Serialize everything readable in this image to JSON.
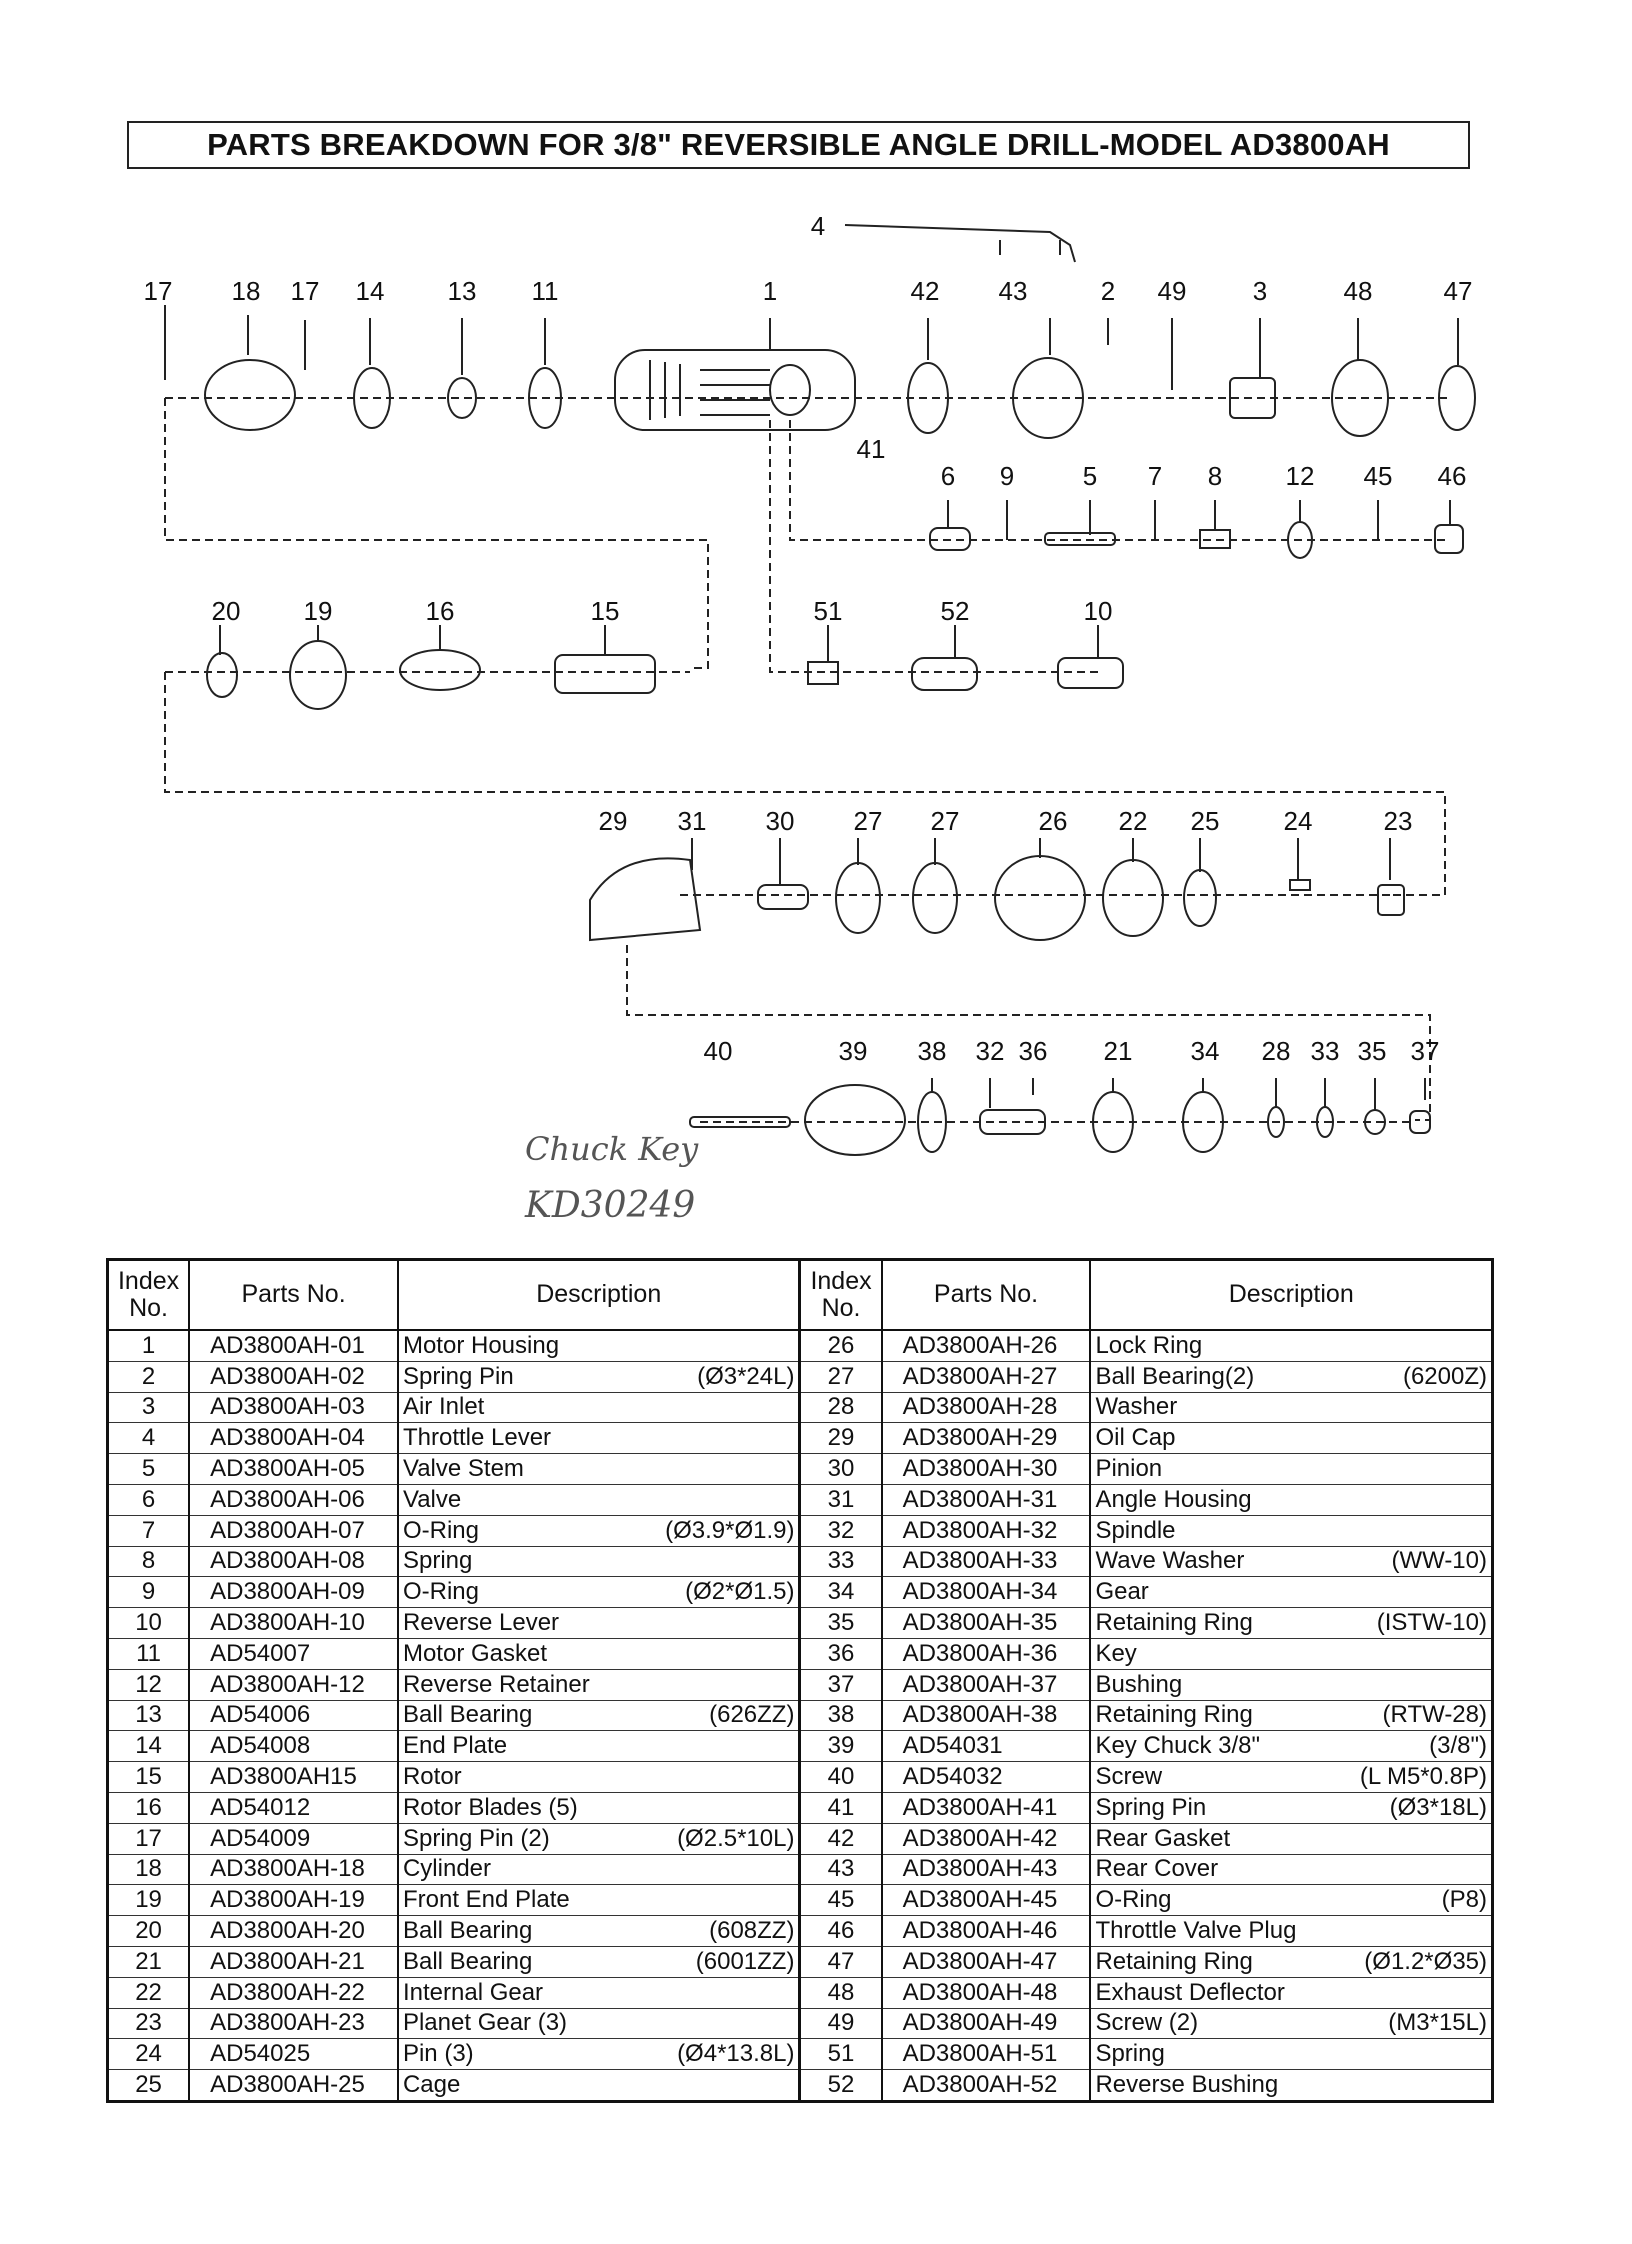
{
  "title": "PARTS BREAKDOWN FOR 3/8\" REVERSIBLE ANGLE DRILL-MODEL AD3800AH",
  "diagram": {
    "row1_labels": [
      "17",
      "18",
      "17",
      "14",
      "13",
      "11",
      "1",
      "42",
      "43",
      "2",
      "49",
      "3",
      "48",
      "47"
    ],
    "label_4": "4",
    "label_41": "41",
    "row1b_labels": [
      "6",
      "9",
      "5",
      "7",
      "8",
      "12",
      "45",
      "46"
    ],
    "row2_labels": [
      "20",
      "19",
      "16",
      "15",
      "51",
      "52",
      "10"
    ],
    "row3_labels": [
      "29",
      "31",
      "30",
      "27",
      "27",
      "26",
      "22",
      "25",
      "24",
      "23"
    ],
    "row4_labels": [
      "40",
      "39",
      "38",
      "32",
      "36",
      "21",
      "34",
      "28",
      "33",
      "35",
      "37"
    ]
  },
  "handwritten_note": {
    "line1": "Chuck Key",
    "line2": "KD30249"
  },
  "table": {
    "headers": {
      "index": "Index No.",
      "parts_no": "Parts No.",
      "description": "Description"
    },
    "left": [
      {
        "index": "1",
        "part": "AD3800AH-01",
        "desc": "Motor Housing",
        "spec": ""
      },
      {
        "index": "2",
        "part": "AD3800AH-02",
        "desc": "Spring Pin",
        "spec": "(Ø3*24L)"
      },
      {
        "index": "3",
        "part": "AD3800AH-03",
        "desc": "Air Inlet",
        "spec": ""
      },
      {
        "index": "4",
        "part": "AD3800AH-04",
        "desc": "Throttle Lever",
        "spec": ""
      },
      {
        "index": "5",
        "part": "AD3800AH-05",
        "desc": "Valve Stem",
        "spec": ""
      },
      {
        "index": "6",
        "part": "AD3800AH-06",
        "desc": "Valve",
        "spec": ""
      },
      {
        "index": "7",
        "part": "AD3800AH-07",
        "desc": "O-Ring",
        "spec": "(Ø3.9*Ø1.9)"
      },
      {
        "index": "8",
        "part": "AD3800AH-08",
        "desc": "Spring",
        "spec": ""
      },
      {
        "index": "9",
        "part": "AD3800AH-09",
        "desc": "O-Ring",
        "spec": "(Ø2*Ø1.5)"
      },
      {
        "index": "10",
        "part": "AD3800AH-10",
        "desc": "Reverse Lever",
        "spec": ""
      },
      {
        "index": "11",
        "part": "AD54007",
        "desc": "Motor Gasket",
        "spec": ""
      },
      {
        "index": "12",
        "part": "AD3800AH-12",
        "desc": "Reverse Retainer",
        "spec": ""
      },
      {
        "index": "13",
        "part": "AD54006",
        "desc": "Ball Bearing",
        "spec": "(626ZZ)"
      },
      {
        "index": "14",
        "part": "AD54008",
        "desc": "End Plate",
        "spec": ""
      },
      {
        "index": "15",
        "part": "AD3800AH15",
        "desc": "Rotor",
        "spec": ""
      },
      {
        "index": "16",
        "part": "AD54012",
        "desc": "Rotor Blades (5)",
        "spec": ""
      },
      {
        "index": "17",
        "part": "AD54009",
        "desc": "Spring Pin (2)",
        "spec": "(Ø2.5*10L)"
      },
      {
        "index": "18",
        "part": "AD3800AH-18",
        "desc": "Cylinder",
        "spec": ""
      },
      {
        "index": "19",
        "part": "AD3800AH-19",
        "desc": "Front End Plate",
        "spec": ""
      },
      {
        "index": "20",
        "part": "AD3800AH-20",
        "desc": "Ball Bearing",
        "spec": "(608ZZ)"
      },
      {
        "index": "21",
        "part": "AD3800AH-21",
        "desc": "Ball Bearing",
        "spec": "(6001ZZ)"
      },
      {
        "index": "22",
        "part": "AD3800AH-22",
        "desc": "Internal Gear",
        "spec": ""
      },
      {
        "index": "23",
        "part": "AD3800AH-23",
        "desc": "Planet Gear (3)",
        "spec": ""
      },
      {
        "index": "24",
        "part": "AD54025",
        "desc": "Pin (3)",
        "spec": "(Ø4*13.8L)"
      },
      {
        "index": "25",
        "part": "AD3800AH-25",
        "desc": "Cage",
        "spec": ""
      }
    ],
    "right": [
      {
        "index": "26",
        "part": "AD3800AH-26",
        "desc": "Lock Ring",
        "spec": ""
      },
      {
        "index": "27",
        "part": "AD3800AH-27",
        "desc": "Ball Bearing(2)",
        "spec": "(6200Z)"
      },
      {
        "index": "28",
        "part": "AD3800AH-28",
        "desc": "Washer",
        "spec": ""
      },
      {
        "index": "29",
        "part": "AD3800AH-29",
        "desc": "Oil Cap",
        "spec": ""
      },
      {
        "index": "30",
        "part": "AD3800AH-30",
        "desc": "Pinion",
        "spec": ""
      },
      {
        "index": "31",
        "part": "AD3800AH-31",
        "desc": "Angle Housing",
        "spec": ""
      },
      {
        "index": "32",
        "part": "AD3800AH-32",
        "desc": "Spindle",
        "spec": ""
      },
      {
        "index": "33",
        "part": "AD3800AH-33",
        "desc": "Wave Washer",
        "spec": "(WW-10)"
      },
      {
        "index": "34",
        "part": "AD3800AH-34",
        "desc": "Gear",
        "spec": ""
      },
      {
        "index": "35",
        "part": "AD3800AH-35",
        "desc": "Retaining Ring",
        "spec": "(ISTW-10)"
      },
      {
        "index": "36",
        "part": "AD3800AH-36",
        "desc": "Key",
        "spec": ""
      },
      {
        "index": "37",
        "part": "AD3800AH-37",
        "desc": "Bushing",
        "spec": ""
      },
      {
        "index": "38",
        "part": "AD3800AH-38",
        "desc": "Retaining Ring",
        "spec": "(RTW-28)"
      },
      {
        "index": "39",
        "part": "AD54031",
        "desc": "Key Chuck 3/8\"",
        "spec": "(3/8\")"
      },
      {
        "index": "40",
        "part": "AD54032",
        "desc": "Screw",
        "spec": "(L M5*0.8P)"
      },
      {
        "index": "41",
        "part": "AD3800AH-41",
        "desc": "Spring Pin",
        "spec": "(Ø3*18L)"
      },
      {
        "index": "42",
        "part": "AD3800AH-42",
        "desc": "Rear Gasket",
        "spec": ""
      },
      {
        "index": "43",
        "part": "AD3800AH-43",
        "desc": "Rear Cover",
        "spec": ""
      },
      {
        "index": "45",
        "part": "AD3800AH-45",
        "desc": "O-Ring",
        "spec": "(P8)"
      },
      {
        "index": "46",
        "part": "AD3800AH-46",
        "desc": "Throttle Valve Plug",
        "spec": ""
      },
      {
        "index": "47",
        "part": "AD3800AH-47",
        "desc": "Retaining Ring",
        "spec": "(Ø1.2*Ø35)"
      },
      {
        "index": "48",
        "part": "AD3800AH-48",
        "desc": "Exhaust Deflector",
        "spec": ""
      },
      {
        "index": "49",
        "part": "AD3800AH-49",
        "desc": "Screw (2)",
        "spec": "(M3*15L)"
      },
      {
        "index": "51",
        "part": "AD3800AH-51",
        "desc": "Spring",
        "spec": ""
      },
      {
        "index": "52",
        "part": "AD3800AH-52",
        "desc": "Reverse Bushing",
        "spec": ""
      }
    ]
  }
}
